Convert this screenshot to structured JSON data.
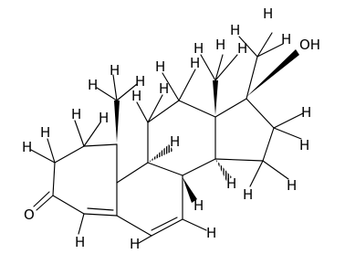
{
  "atom_labels": {
    "h1": "H",
    "h2": "H",
    "h3": "H",
    "h4": "H",
    "h5": "H",
    "h6": "H",
    "h7": "H",
    "h8": "H",
    "h9": "H",
    "h10": "H",
    "h11": "H",
    "h12": "H",
    "h13": "H",
    "h14": "H",
    "h15": "H",
    "h16": "H",
    "h17": "H",
    "h18": "H",
    "h19": "H",
    "h20": "H",
    "h21": "H",
    "h22": "H",
    "h23": "H",
    "h24": "H",
    "h25": "H",
    "h26": "H",
    "h27": "H",
    "oxygen": "O",
    "hydroxyl": "OH"
  }
}
